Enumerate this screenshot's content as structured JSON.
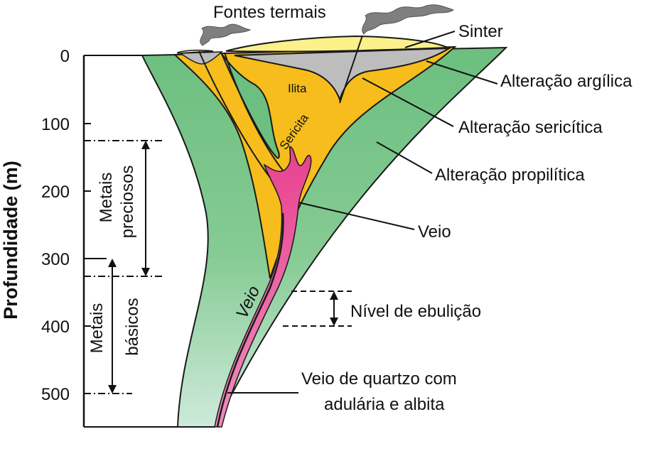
{
  "axis": {
    "title": "Profundidade (m)",
    "ticks": [
      "0",
      "100",
      "200",
      "300",
      "400",
      "500"
    ]
  },
  "zones": {
    "precious": [
      "Metais",
      "preciosos"
    ],
    "base": [
      "Metais",
      "básicos"
    ]
  },
  "labels": {
    "hot_springs": "Fontes termais",
    "sinter": "Sinter",
    "argillic": "Alteração argílica",
    "sericitic": "Alteração sericítica",
    "propylitic": "Alteração propilítica",
    "vein": "Veio",
    "boiling_level": "Nível de ebulição",
    "quartz_vein_line1": "Veio de quartzo com",
    "quartz_vein_line2": "adulária e albita",
    "illite": "Ilita",
    "sericite": "Sericita",
    "vein_inner": "Veio"
  },
  "colors": {
    "propylitic_top": "#6cbf7f",
    "propylitic_bottom": "#cdeadb",
    "sericitic": "#f6bd1c",
    "argillic": "#bdbdbd",
    "sinter": "#fbf08a",
    "vein": "#e8418f",
    "outline": "#1a1a1a"
  }
}
